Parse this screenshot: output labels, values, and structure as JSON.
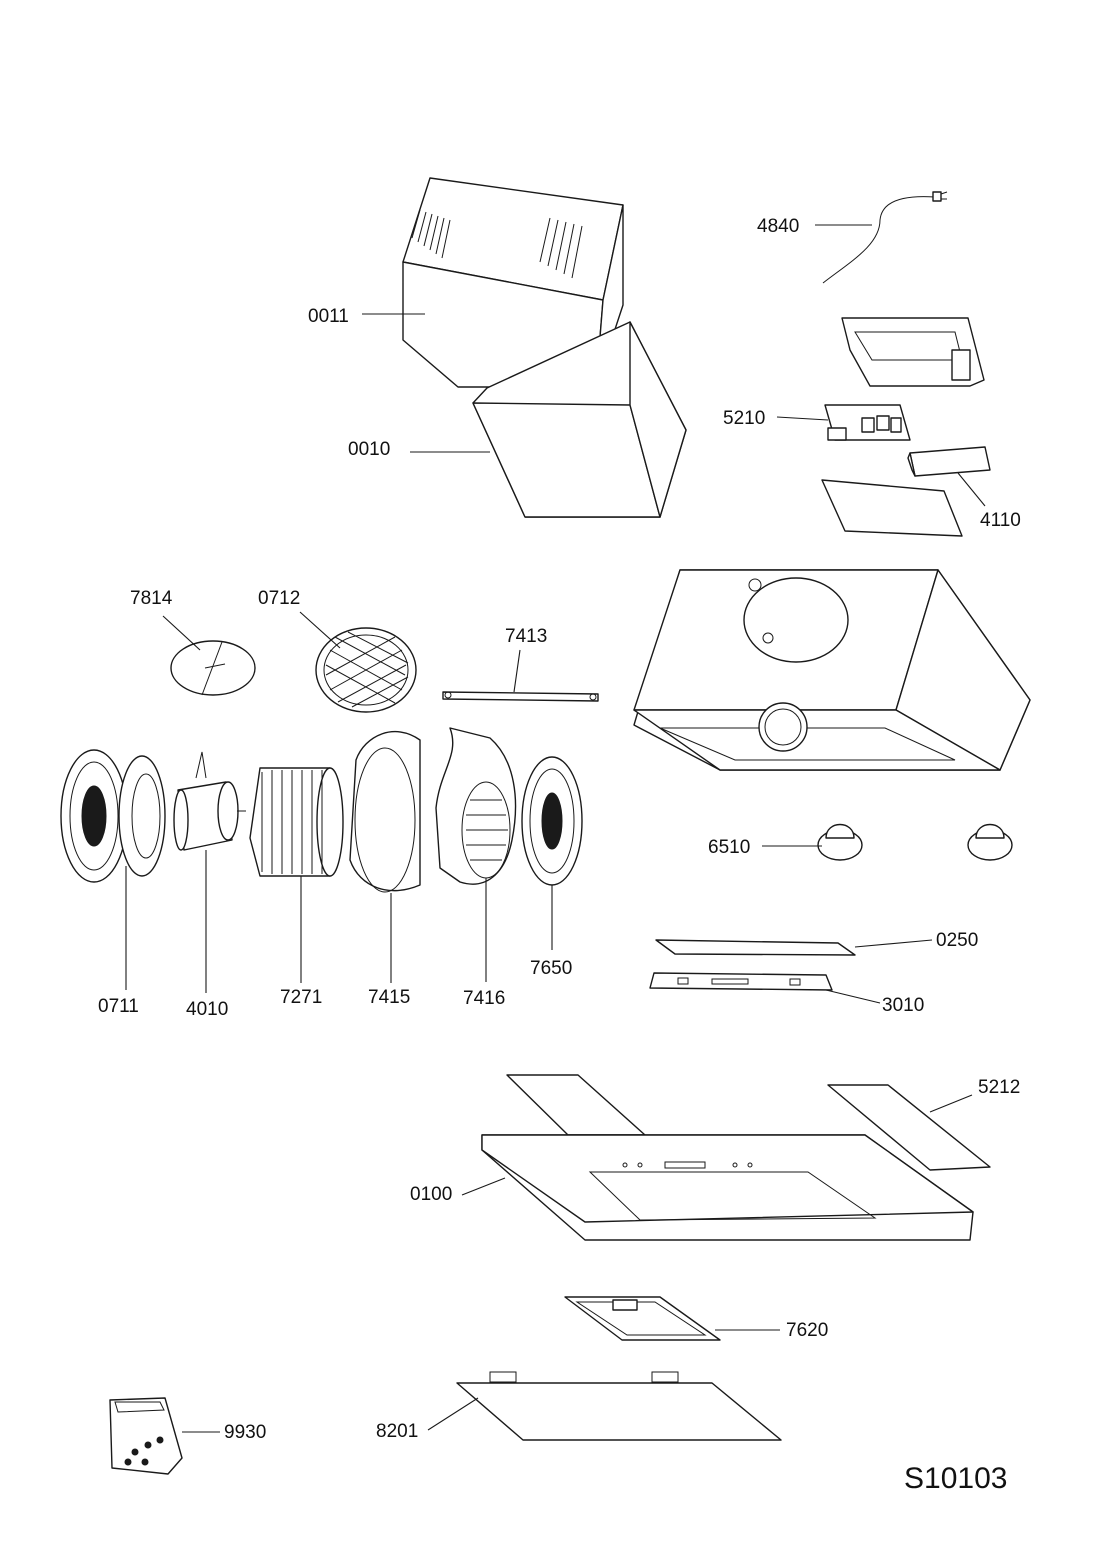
{
  "diagram_code": "S10103",
  "labels": {
    "p0011": "0011",
    "p0010": "0010",
    "p4840": "4840",
    "p5210": "5210",
    "p4110": "4110",
    "p7814": "7814",
    "p0712": "0712",
    "p7413": "7413",
    "p6510": "6510",
    "p0250": "0250",
    "p3010": "3010",
    "p0711": "0711",
    "p4010": "4010",
    "p7271": "7271",
    "p7415": "7415",
    "p7416": "7416",
    "p7650": "7650",
    "p5212": "5212",
    "p0100": "0100",
    "p7620": "7620",
    "p8201": "8201",
    "p9930": "9930"
  }
}
